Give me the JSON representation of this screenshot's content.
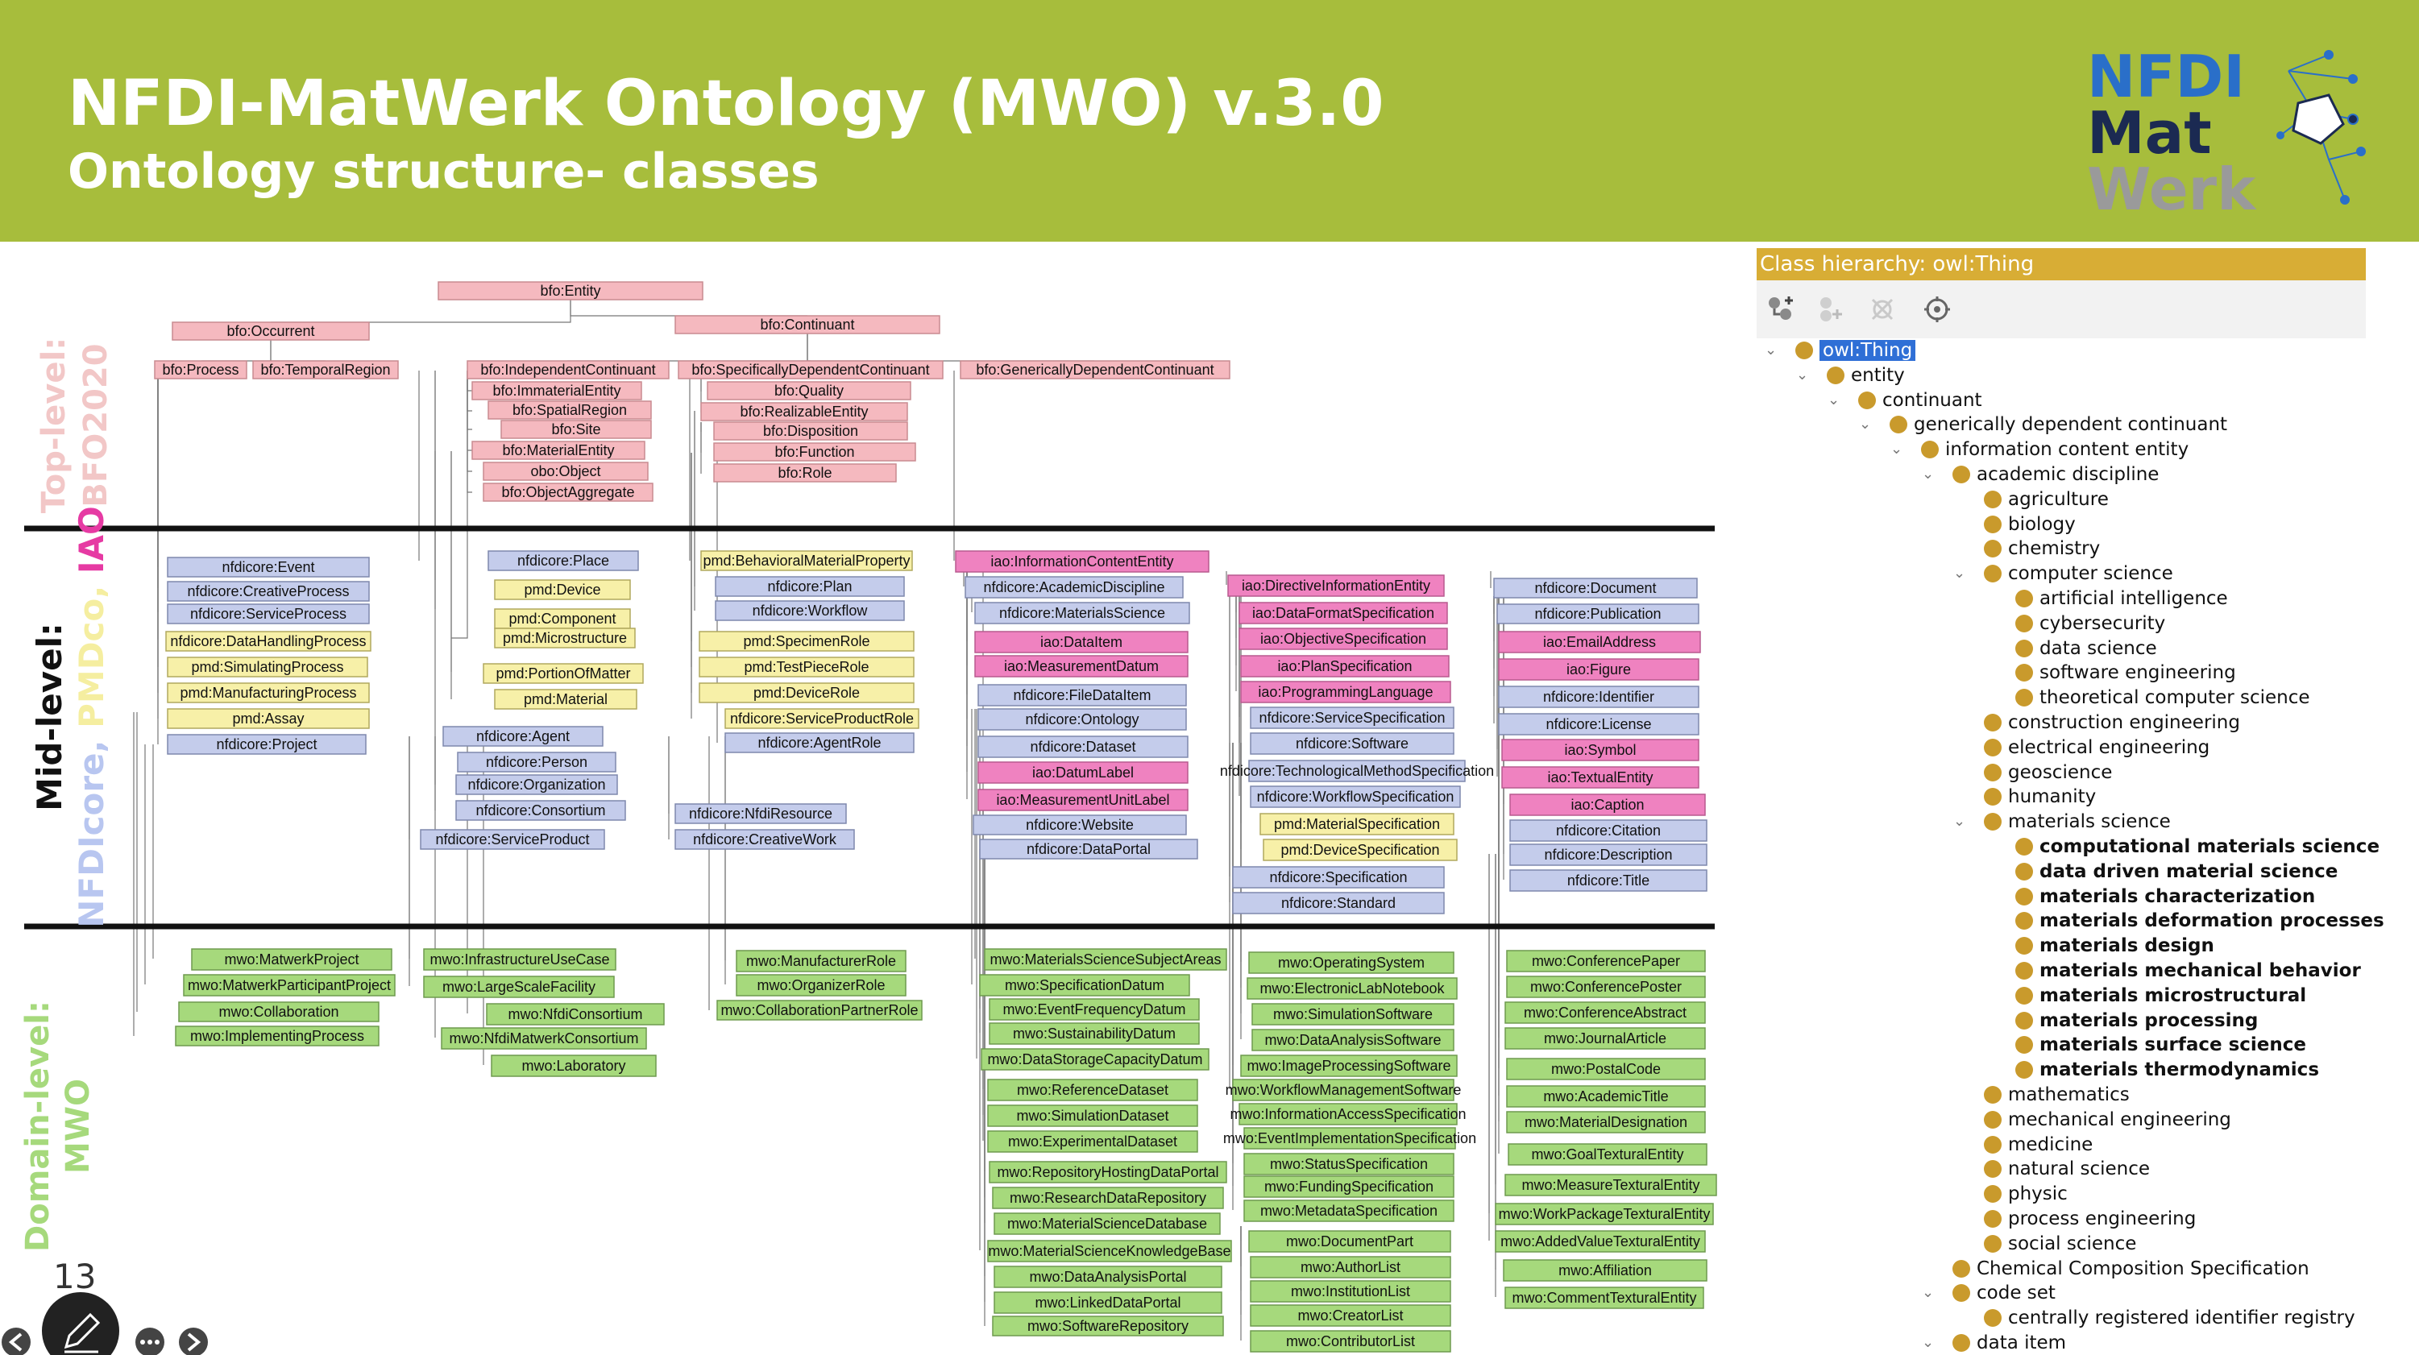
{
  "header": {
    "title": "NFDI-MatWerk Ontology (MWO) v.3.0",
    "subtitle": "Ontology structure- classes",
    "bg_color": "#a7bd3c",
    "logo": {
      "lines": [
        "NFDI",
        "Mat",
        "Werk"
      ],
      "colors": [
        "#2a6fc9",
        "#1b2a52",
        "#9a9a9a"
      ]
    }
  },
  "diagram": {
    "levels": [
      {
        "key": "top",
        "label_lines": [
          "Top-level:",
          "BFO2020"
        ]
      },
      {
        "key": "mid",
        "label_parts": [
          "Mid-level:",
          "NFDIcore,",
          "PMDco,",
          "IAO"
        ]
      },
      {
        "key": "domain",
        "label_lines": [
          "Domain-level:",
          "MWO"
        ]
      }
    ],
    "colors": {
      "bfo": "#f5b9bf",
      "bfo_border": "#c98b91",
      "iao": "#ef82c0",
      "iao_border": "#b95a8f",
      "nfdi": "#c4cceb",
      "nfdi_border": "#7f88ad",
      "pmd": "#f7f0a8",
      "pmd_border": "#b1a85e",
      "mwo": "#a6d97c",
      "mwo_border": "#6e9a4e",
      "level_top": "#f2c7c7",
      "level_mid_a": "#111111",
      "level_mid_b": "#b8c6f0",
      "level_mid_c": "#f5eea0",
      "level_mid_d": "#e63aa3",
      "level_domain": "#a6d97c"
    },
    "boxes": [
      {
        "t": "bfo:Entity",
        "c": "bfo"
      },
      {
        "t": "bfo:Occurrent",
        "c": "bfo"
      },
      {
        "t": "bfo:Continuant",
        "c": "bfo"
      },
      {
        "t": "bfo:Process",
        "c": "bfo"
      },
      {
        "t": "bfo:TemporalRegion",
        "c": "bfo"
      },
      {
        "t": "bfo:IndependentContinuant",
        "c": "bfo"
      },
      {
        "t": "bfo:SpecificallyDependentContinuant",
        "c": "bfo"
      },
      {
        "t": "bfo:GenericallyDependentContinuant",
        "c": "bfo"
      },
      {
        "t": "bfo:ImmaterialEntity",
        "c": "bfo"
      },
      {
        "t": "bfo:SpatialRegion",
        "c": "bfo"
      },
      {
        "t": "bfo:Site",
        "c": "bfo"
      },
      {
        "t": "bfo:MaterialEntity",
        "c": "bfo"
      },
      {
        "t": "obo:Object",
        "c": "bfo"
      },
      {
        "t": "bfo:ObjectAggregate",
        "c": "bfo"
      },
      {
        "t": "bfo:Quality",
        "c": "bfo"
      },
      {
        "t": "bfo:RealizableEntity",
        "c": "bfo"
      },
      {
        "t": "bfo:Disposition",
        "c": "bfo"
      },
      {
        "t": "bfo:Function",
        "c": "bfo"
      },
      {
        "t": "bfo:Role",
        "c": "bfo"
      },
      {
        "t": "nfdicore:Event",
        "c": "nfdi"
      },
      {
        "t": "nfdicore:CreativeProcess",
        "c": "nfdi"
      },
      {
        "t": "nfdicore:ServiceProcess",
        "c": "nfdi"
      },
      {
        "t": "nfdicore:DataHandlingProcess",
        "c": "pmd"
      },
      {
        "t": "pmd:SimulatingProcess",
        "c": "pmd"
      },
      {
        "t": "pmd:ManufacturingProcess",
        "c": "pmd"
      },
      {
        "t": "pmd:Assay",
        "c": "pmd"
      },
      {
        "t": "nfdicore:Project",
        "c": "nfdi"
      },
      {
        "t": "nfdicore:Place",
        "c": "nfdi"
      },
      {
        "t": "pmd:Device",
        "c": "pmd"
      },
      {
        "t": "pmd:Component",
        "c": "pmd"
      },
      {
        "t": "pmd:Microstructure",
        "c": "pmd"
      },
      {
        "t": "pmd:PortionOfMatter",
        "c": "pmd"
      },
      {
        "t": "pmd:Material",
        "c": "pmd"
      },
      {
        "t": "nfdicore:Agent",
        "c": "nfdi"
      },
      {
        "t": "nfdicore:Person",
        "c": "nfdi"
      },
      {
        "t": "nfdicore:Organization",
        "c": "nfdi"
      },
      {
        "t": "nfdicore:Consortium",
        "c": "nfdi"
      },
      {
        "t": "nfdicore:ServiceProduct",
        "c": "nfdi"
      },
      {
        "t": "nfdicore:NfdiResource",
        "c": "nfdi"
      },
      {
        "t": "nfdicore:CreativeWork",
        "c": "nfdi"
      },
      {
        "t": "pmd:BehavioralMaterialProperty",
        "c": "pmd"
      },
      {
        "t": "nfdicore:Plan",
        "c": "nfdi"
      },
      {
        "t": "nfdicore:Workflow",
        "c": "nfdi"
      },
      {
        "t": "pmd:SpecimenRole",
        "c": "pmd"
      },
      {
        "t": "pmd:TestPieceRole",
        "c": "pmd"
      },
      {
        "t": "pmd:DeviceRole",
        "c": "pmd"
      },
      {
        "t": "nfdicore:ServiceProductRole",
        "c": "pmd"
      },
      {
        "t": "nfdicore:AgentRole",
        "c": "nfdi"
      },
      {
        "t": "iao:InformationContentEntity",
        "c": "iao"
      },
      {
        "t": "nfdicore:AcademicDiscipline",
        "c": "nfdi"
      },
      {
        "t": "nfdicore:MaterialsScience",
        "c": "nfdi"
      },
      {
        "t": "iao:DataItem",
        "c": "iao"
      },
      {
        "t": "iao:MeasurementDatum",
        "c": "iao"
      },
      {
        "t": "nfdicore:FileDataItem",
        "c": "nfdi"
      },
      {
        "t": "nfdicore:Ontology",
        "c": "nfdi"
      },
      {
        "t": "nfdicore:Dataset",
        "c": "nfdi"
      },
      {
        "t": "iao:DatumLabel",
        "c": "iao"
      },
      {
        "t": "iao:MeasurementUnitLabel",
        "c": "iao"
      },
      {
        "t": "nfdicore:Website",
        "c": "nfdi"
      },
      {
        "t": "nfdicore:DataPortal",
        "c": "nfdi"
      },
      {
        "t": "iao:DirectiveInformationEntity",
        "c": "iao"
      },
      {
        "t": "iao:DataFormatSpecification",
        "c": "iao"
      },
      {
        "t": "iao:ObjectiveSpecification",
        "c": "iao"
      },
      {
        "t": "iao:PlanSpecification",
        "c": "iao"
      },
      {
        "t": "iao:ProgrammingLanguage",
        "c": "iao"
      },
      {
        "t": "nfdicore:ServiceSpecification",
        "c": "nfdi"
      },
      {
        "t": "nfdicore:Software",
        "c": "nfdi"
      },
      {
        "t": "nfdicore:TechnologicalMethodSpecification",
        "c": "nfdi"
      },
      {
        "t": "nfdicore:WorkflowSpecification",
        "c": "nfdi"
      },
      {
        "t": "pmd:MaterialSpecification",
        "c": "pmd"
      },
      {
        "t": "pmd:DeviceSpecification",
        "c": "pmd"
      },
      {
        "t": "nfdicore:Specification",
        "c": "nfdi"
      },
      {
        "t": "nfdicore:Standard",
        "c": "nfdi"
      },
      {
        "t": "nfdicore:Document",
        "c": "nfdi"
      },
      {
        "t": "nfdicore:Publication",
        "c": "nfdi"
      },
      {
        "t": "iao:EmailAddress",
        "c": "iao"
      },
      {
        "t": "iao:Figure",
        "c": "iao"
      },
      {
        "t": "nfdicore:Identifier",
        "c": "nfdi"
      },
      {
        "t": "nfdicore:License",
        "c": "nfdi"
      },
      {
        "t": "iao:Symbol",
        "c": "iao"
      },
      {
        "t": "iao:TextualEntity",
        "c": "iao"
      },
      {
        "t": "iao:Caption",
        "c": "iao"
      },
      {
        "t": "nfdicore:Citation",
        "c": "nfdi"
      },
      {
        "t": "nfdicore:Description",
        "c": "nfdi"
      },
      {
        "t": "nfdicore:Title",
        "c": "nfdi"
      },
      {
        "t": "mwo:MatwerkProject",
        "c": "mwo"
      },
      {
        "t": "mwo:MatwerkParticipantProject",
        "c": "mwo"
      },
      {
        "t": "mwo:Collaboration",
        "c": "mwo"
      },
      {
        "t": "mwo:ImplementingProcess",
        "c": "mwo"
      },
      {
        "t": "mwo:InfrastructureUseCase",
        "c": "mwo"
      },
      {
        "t": "mwo:LargeScaleFacility",
        "c": "mwo"
      },
      {
        "t": "mwo:NfdiConsortium",
        "c": "mwo"
      },
      {
        "t": "mwo:NfdiMatwerkConsortium",
        "c": "mwo"
      },
      {
        "t": "mwo:Laboratory",
        "c": "mwo"
      },
      {
        "t": "mwo:ManufacturerRole",
        "c": "mwo"
      },
      {
        "t": "mwo:OrganizerRole",
        "c": "mwo"
      },
      {
        "t": "mwo:CollaborationPartnerRole",
        "c": "mwo"
      },
      {
        "t": "mwo:MaterialsScienceSubjectAreas",
        "c": "mwo"
      },
      {
        "t": "mwo:SpecificationDatum",
        "c": "mwo"
      },
      {
        "t": "mwo:EventFrequencyDatum",
        "c": "mwo"
      },
      {
        "t": "mwo:SustainabilityDatum",
        "c": "mwo"
      },
      {
        "t": "mwo:DataStorageCapacityDatum",
        "c": "mwo"
      },
      {
        "t": "mwo:ReferenceDataset",
        "c": "mwo"
      },
      {
        "t": "mwo:SimulationDataset",
        "c": "mwo"
      },
      {
        "t": "mwo:ExperimentalDataset",
        "c": "mwo"
      },
      {
        "t": "mwo:RepositoryHostingDataPortal",
        "c": "mwo"
      },
      {
        "t": "mwo:ResearchDataRepository",
        "c": "mwo"
      },
      {
        "t": "mwo:MaterialScienceDatabase",
        "c": "mwo"
      },
      {
        "t": "mwo:MaterialScienceKnowledgeBase",
        "c": "mwo"
      },
      {
        "t": "mwo:DataAnalysisPortal",
        "c": "mwo"
      },
      {
        "t": "mwo:LinkedDataPortal",
        "c": "mwo"
      },
      {
        "t": "mwo:SoftwareRepository",
        "c": "mwo"
      },
      {
        "t": "mwo:OperatingSystem",
        "c": "mwo"
      },
      {
        "t": "mwo:ElectronicLabNotebook",
        "c": "mwo"
      },
      {
        "t": "mwo:SimulationSoftware",
        "c": "mwo"
      },
      {
        "t": "mwo:DataAnalysisSoftware",
        "c": "mwo"
      },
      {
        "t": "mwo:ImageProcessingSoftware",
        "c": "mwo"
      },
      {
        "t": "mwo:WorkflowManagementSoftware",
        "c": "mwo"
      },
      {
        "t": "mwo:InformationAccessSpecification",
        "c": "mwo"
      },
      {
        "t": "mwo:EventImplementationSpecification",
        "c": "mwo"
      },
      {
        "t": "mwo:StatusSpecification",
        "c": "mwo"
      },
      {
        "t": "mwo:FundingSpecification",
        "c": "mwo"
      },
      {
        "t": "mwo:MetadataSpecification",
        "c": "mwo"
      },
      {
        "t": "mwo:DocumentPart",
        "c": "mwo"
      },
      {
        "t": "mwo:AuthorList",
        "c": "mwo"
      },
      {
        "t": "mwo:InstitutionList",
        "c": "mwo"
      },
      {
        "t": "mwo:CreatorList",
        "c": "mwo"
      },
      {
        "t": "mwo:ContributorList",
        "c": "mwo"
      },
      {
        "t": "mwo:ConferencePaper",
        "c": "mwo"
      },
      {
        "t": "mwo:ConferencePoster",
        "c": "mwo"
      },
      {
        "t": "mwo:ConferenceAbstract",
        "c": "mwo"
      },
      {
        "t": "mwo:JournalArticle",
        "c": "mwo"
      },
      {
        "t": "mwo:PostalCode",
        "c": "mwo"
      },
      {
        "t": "mwo:AcademicTitle",
        "c": "mwo"
      },
      {
        "t": "mwo:MaterialDesignation",
        "c": "mwo"
      },
      {
        "t": "mwo:GoalTexturalEntity",
        "c": "mwo"
      },
      {
        "t": "mwo:MeasureTexturalEntity",
        "c": "mwo"
      },
      {
        "t": "mwo:WorkPackageTexturalEntity",
        "c": "mwo"
      },
      {
        "t": "mwo:AddedValueTexturalEntity",
        "c": "mwo"
      },
      {
        "t": "mwo:Affiliation",
        "c": "mwo"
      },
      {
        "t": "mwo:CommentTexturalEntity",
        "c": "mwo"
      }
    ]
  },
  "class_hierarchy": {
    "title": "Class hierarchy: owl:Thing",
    "toolbar_icons": [
      "add-subclass-icon",
      "add-sibling-icon",
      "delete-class-icon",
      "settings-icon"
    ],
    "nodes": [
      {
        "label": "owl:Thing",
        "depth": 0,
        "open": true,
        "selected": true
      },
      {
        "label": "entity",
        "depth": 1,
        "open": true
      },
      {
        "label": "continuant",
        "depth": 2,
        "open": true
      },
      {
        "label": "generically dependent continuant",
        "depth": 3,
        "open": true
      },
      {
        "label": "information content entity",
        "depth": 4,
        "open": true
      },
      {
        "label": "academic discipline",
        "depth": 5,
        "open": true
      },
      {
        "label": "agriculture",
        "depth": 6
      },
      {
        "label": "biology",
        "depth": 6
      },
      {
        "label": "chemistry",
        "depth": 6
      },
      {
        "label": "computer science",
        "depth": 6,
        "open": true
      },
      {
        "label": "artificial intelligence",
        "depth": 7
      },
      {
        "label": "cybersecurity",
        "depth": 7
      },
      {
        "label": "data science",
        "depth": 7
      },
      {
        "label": "software engineering",
        "depth": 7
      },
      {
        "label": "theoretical computer science",
        "depth": 7
      },
      {
        "label": "construction engineering",
        "depth": 6
      },
      {
        "label": "electrical engineering",
        "depth": 6
      },
      {
        "label": "geoscience",
        "depth": 6
      },
      {
        "label": "humanity",
        "depth": 6
      },
      {
        "label": "materials science",
        "depth": 6,
        "open": true
      },
      {
        "label": "computational materials science",
        "depth": 7,
        "bold": true
      },
      {
        "label": "data driven material science",
        "depth": 7,
        "bold": true
      },
      {
        "label": "materials characterization",
        "depth": 7,
        "bold": true
      },
      {
        "label": "materials deformation processes",
        "depth": 7,
        "bold": true
      },
      {
        "label": "materials design",
        "depth": 7,
        "bold": true
      },
      {
        "label": "materials mechanical behavior",
        "depth": 7,
        "bold": true
      },
      {
        "label": "materials microstructural",
        "depth": 7,
        "bold": true
      },
      {
        "label": "materials processing",
        "depth": 7,
        "bold": true
      },
      {
        "label": "materials surface science",
        "depth": 7,
        "bold": true
      },
      {
        "label": "materials thermodynamics",
        "depth": 7,
        "bold": true
      },
      {
        "label": "mathematics",
        "depth": 6
      },
      {
        "label": "mechanical engineering",
        "depth": 6
      },
      {
        "label": "medicine",
        "depth": 6
      },
      {
        "label": "natural science",
        "depth": 6
      },
      {
        "label": "physic",
        "depth": 6
      },
      {
        "label": "process engineering",
        "depth": 6
      },
      {
        "label": "social science",
        "depth": 6
      },
      {
        "label": "Chemical Composition Specification",
        "depth": 5
      },
      {
        "label": "code set",
        "depth": 5,
        "open": true
      },
      {
        "label": "centrally registered identifier registry",
        "depth": 6
      },
      {
        "label": "data item",
        "depth": 5,
        "open": true
      }
    ]
  },
  "footer": {
    "page_number": "13",
    "controls": [
      "prev-arrow-icon",
      "pen-icon",
      "more-icon",
      "next-arrow-icon"
    ]
  }
}
